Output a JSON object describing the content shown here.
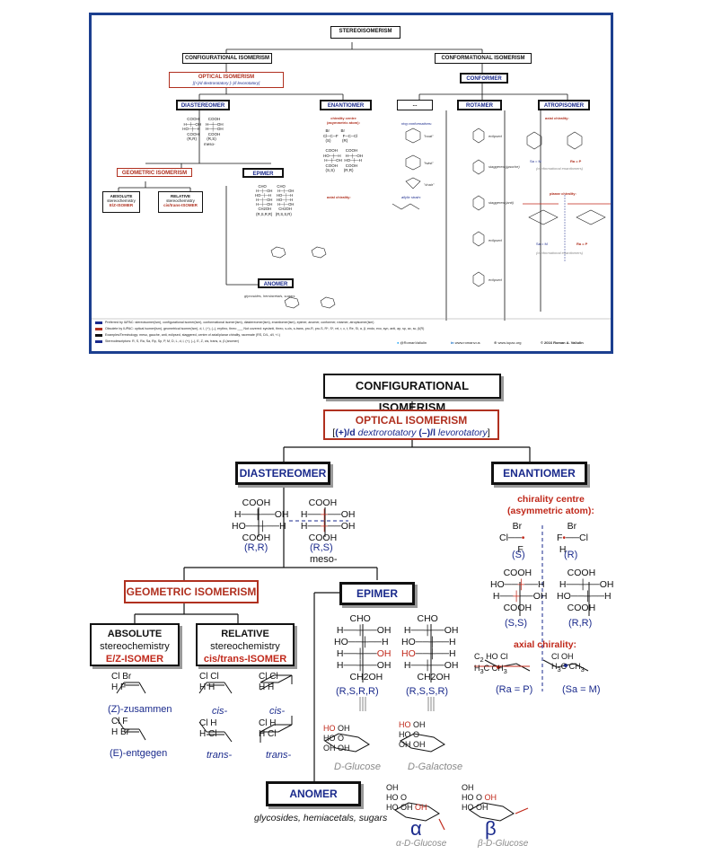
{
  "panel": {
    "title": "STEREOISOMERISM",
    "configurational": "CONFIGURATIONAL ISOMERISM",
    "conformational": "CONFORMATIONAL ISOMERISM",
    "optical_title": "OPTICAL ISOMERISM",
    "optical_sub": "[(+)/d dextrorotatory [–)/l levorotatory]",
    "conformer": "CONFORMER",
    "diastereomer": "DIASTEREOMER",
    "enantiomer": "ENANTIOMER",
    "ellipsis_box": "...",
    "rotamer": "ROTAMER",
    "atropisomer": "ATROPISOMER",
    "geometric": "GEOMETRIC ISOMERISM",
    "epimer": "EPIMER",
    "absolute": "ABSOLUTE",
    "absolute_sub": "stereochemistry",
    "absolute_ez": "E/Z-ISOMER",
    "relative": "RELATIVE",
    "relative_sub": "stereochemistry",
    "relative_ct": "cis/trans-ISOMER",
    "anomer": "ANOMER",
    "anomer_sub": "glycosides, hemiacetals, sugars",
    "chirality_centre": "chirality centre",
    "asym_atom": "(asymmetric atom):",
    "axial_chirality": "axial chirality:",
    "ring_conf": "ring conformations:",
    "boat": "\"boat\"",
    "twist": "\"twist\"",
    "chair": "\"chair\"",
    "allylic_strain": "allylic strain:",
    "eclipsed": "eclipsed",
    "staggered_gauche": "staggered (gauche)",
    "staggered_anti": "staggered (anti)",
    "axial_chirality_atrop": "axial chirality:",
    "planar_chirality": "planar chirality:",
    "conf_enantiomers": "(conformational enantiomers)",
    "sa_m": "Sa = M",
    "ra_p": "Ra = P",
    "legend": [
      {
        "color": "#1a2a8c",
        "text": "Preferred by IUPAC: stereoisomer(ism), configurational isomer(ism), conformational isomer(ism), diastereomer(ism), enantiomer(ism), epimer, anomer, conformer, rotamer, atropisomer(ism)"
      },
      {
        "color": "#b0301f",
        "text": "Obsolete by IUPAC: optical isomer(ism), geometrical isomer(ism), d, l, (+), (–), erythro, threo  ___ Not covered: syn/anti, threo, s-cis, s-trans, pro-R, pro-S, R*, S*, rel, r, c, t, Re, Si, α, β, endo, exo, syn, anti, ap, sp, ac, sc, β(R)"
      },
      {
        "color": "#111111",
        "text": "Examples/Terminology: meso, gauche, anti, eclipsed, staggered, centre of axial/planar chirality, racemate (RS, D/L, d/l, +/-)"
      },
      {
        "color": "#1a2a8c",
        "text": "Stereodescriptors: R, S, Ra, Sa, Rp, Sp, P, M, D, L, d, l, (+), (–), E, Z, cis, trans, α, β (anomer)"
      }
    ],
    "footer_twitter": "@RomanValiulin",
    "footer_linkedin": "www.romanv.us",
    "footer_web": "www.iupac.org",
    "footer_copy": "© 2016 Roman A. Valiulin"
  },
  "main": {
    "configurational": "CONFIGURATIONAL ISOMERISM",
    "optical_title": "OPTICAL ISOMERISM",
    "optical_sub_open": "[",
    "optical_sub_plus": "(+)/d",
    "optical_sub_dextro": " dextrorotatory ",
    "optical_sub_minus": "(–)/l",
    "optical_sub_levo": " levorotatory",
    "optical_sub_close": "]",
    "diastereomer": "DIASTEREOMER",
    "enantiomer": "ENANTIOMER",
    "rr_label": "(R,R)",
    "rs_label": "(R,S)",
    "meso": "meso-",
    "chirality_centre": "chirality centre",
    "asym_atom": "(asymmetric atom):",
    "s_label": "(S)",
    "r_label": "(R)",
    "ss_label": "(S,S)",
    "rr2_label": "(R,R)",
    "axial_chirality": "axial chirality:",
    "ra_label": "(Ra = P)",
    "sa_label": "(Sa = M)",
    "geometric": "GEOMETRIC ISOMERISM",
    "epimer": "EPIMER",
    "absolute": "ABSOLUTE",
    "absolute_sub": "stereochemistry",
    "absolute_ez": "E/Z-ISOMER",
    "relative": "RELATIVE",
    "relative_sub": "stereochemistry",
    "relative_ct": "cis/trans-ISOMER",
    "z_label": "(Z)-zusammen",
    "e_label": "(E)-entgegen",
    "cis1": "cis-",
    "cis2": "cis-",
    "trans1": "trans-",
    "trans2": "trans-",
    "rsrr": "(R,S,R,R)",
    "rssr": "(R,S,S,R)",
    "d_glucose": "D-Glucose",
    "d_galactose": "D-Galactose",
    "anomer": "ANOMER",
    "anomer_sub": "glycosides, hemiacetals, sugars",
    "alpha": "α",
    "beta": "β",
    "alpha_glc": "α-D-Glucose",
    "beta_glc": "β-D-Glucose"
  },
  "colors": {
    "iupac_blue": "#1a2a8c",
    "obsolete_red": "#b0301f",
    "highlight_red": "#c0281a",
    "panel_border": "#1c3f8f"
  }
}
